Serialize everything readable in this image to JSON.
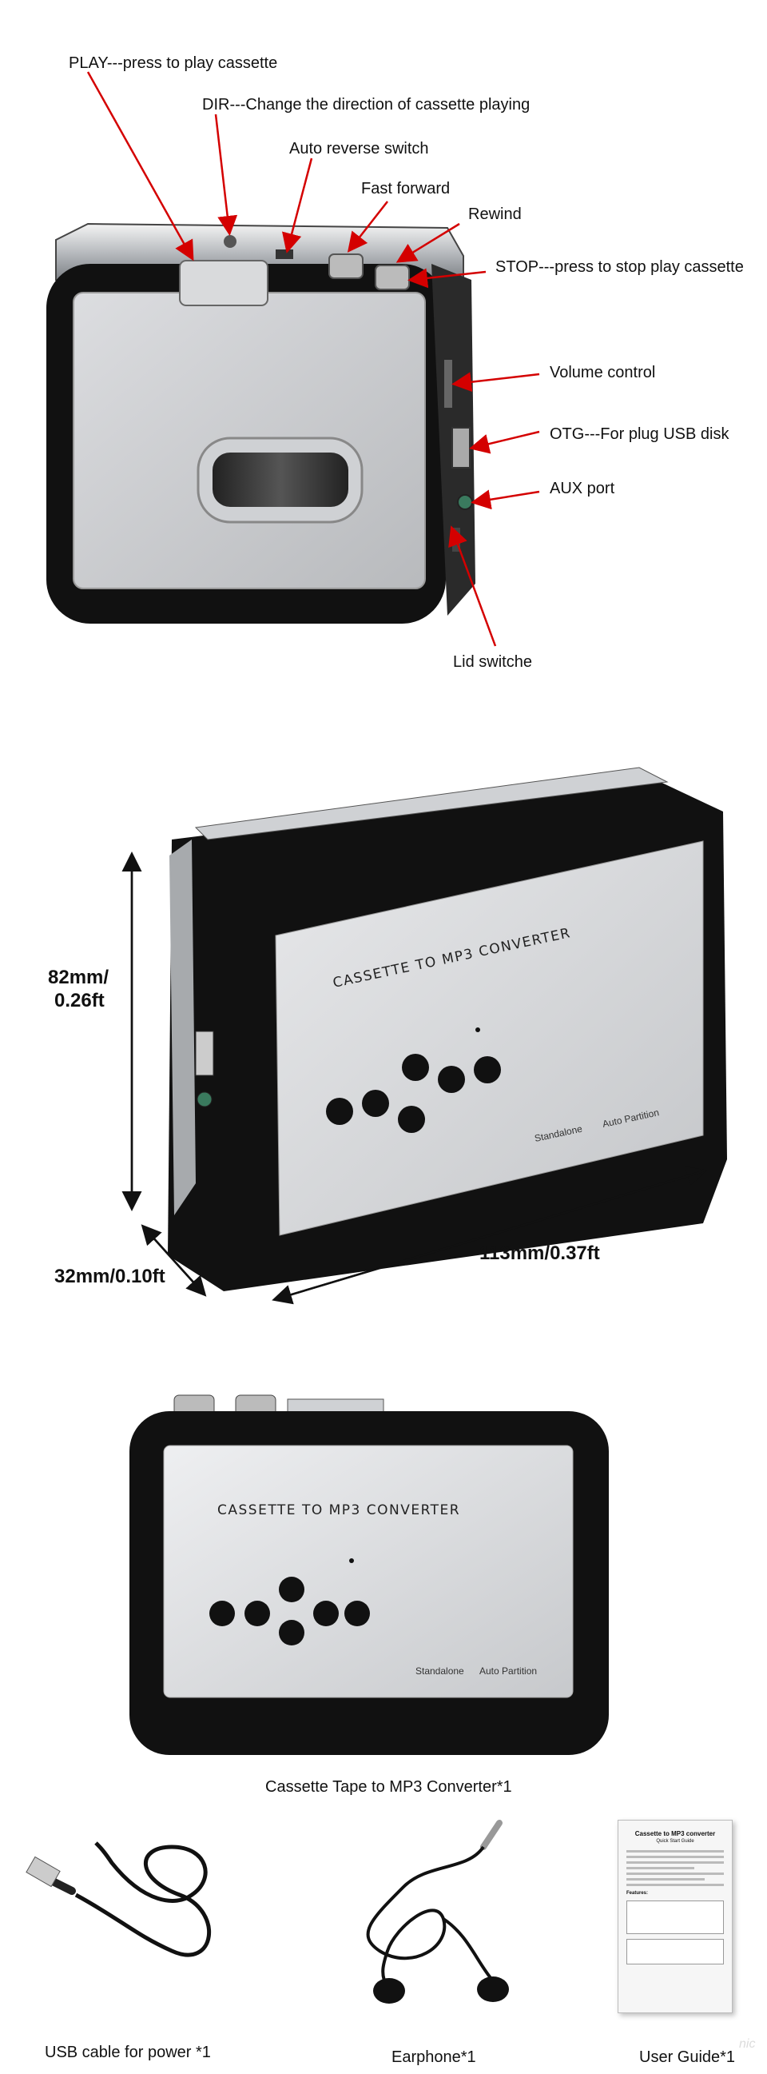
{
  "section1": {
    "callouts": [
      "PLAY---press to play cassette",
      "DIR---Change the direction of cassette playing",
      "Auto reverse switch",
      "Fast forward",
      "Rewind",
      "STOP---press to stop play cassette",
      "Volume control",
      "OTG---For plug USB disk",
      "AUX port",
      "Lid switche"
    ],
    "arrow_color": "#d40000"
  },
  "section2": {
    "face_title": "CASSETTE TO MP3 CONVERTER",
    "mode_left": "Standalone",
    "mode_right": "Auto Partition",
    "height_label_1": "82mm/",
    "height_label_2": "0.26ft",
    "depth_label": "32mm/0.10ft",
    "width_label": "113mm/0.37ft"
  },
  "section3": {
    "face_title": "CASSETTE TO MP3 CONVERTER",
    "mode_left": "Standalone",
    "mode_right": "Auto Partition",
    "caption": "Cassette Tape to MP3 Converter*1"
  },
  "section4": {
    "usb_caption": "USB cable for power *1",
    "earphone_caption": "Earphone*1",
    "guide_caption": "User Guide*1",
    "guide_title": "Cassette to MP3 converter",
    "guide_subtitle": "Quick Start Guide",
    "guide_features": "Features:"
  },
  "watermark": "nic"
}
